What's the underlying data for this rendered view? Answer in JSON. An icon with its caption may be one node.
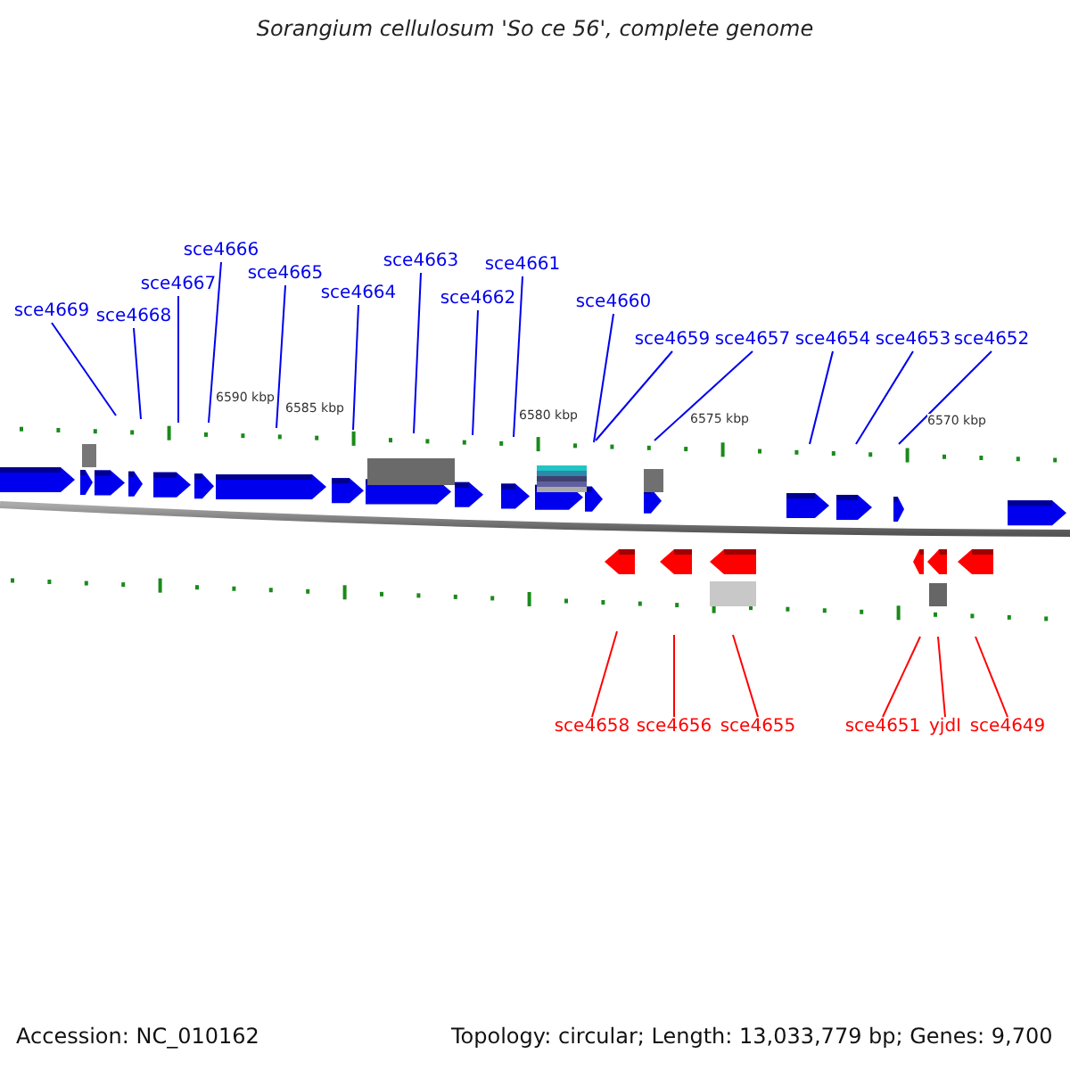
{
  "diagram": {
    "title": "Sorangium cellulosum 'So ce 56', complete genome",
    "nodes": [
      {
        "text": [
          "sce4669"
        ]
      },
      {
        "text": [
          "sce4668"
        ]
      },
      {
        "text": [
          "sce4667"
        ]
      },
      {
        "text": [
          "sce4666"
        ]
      },
      {
        "text": [
          "sce4665"
        ]
      },
      {
        "text": [
          "sce4664"
        ]
      },
      {
        "text": [
          "sce4663"
        ]
      },
      {
        "text": [
          "sce4662"
        ]
      },
      {
        "text": [
          "sce4661"
        ]
      },
      {
        "text": [
          "sce4660"
        ]
      },
      {
        "text": [
          "sce4659"
        ]
      },
      {
        "text": [
          "sce4657"
        ]
      },
      {
        "text": [
          "sce4654"
        ]
      },
      {
        "text": [
          "sce4653"
        ]
      },
      {
        "text": [
          "sce4652"
        ]
      },
      {
        "text": [
          "sce4658"
        ]
      },
      {
        "text": [
          "sce4656"
        ]
      },
      {
        "text": [
          "sce4655"
        ]
      },
      {
        "text": [
          "sce4651"
        ]
      },
      {
        "text": [
          "yjdI"
        ]
      },
      {
        "text": [
          "sce4649"
        ]
      }
    ],
    "edges": [
      {
        "from": 0,
        "to": null,
        "arrow": "none"
      },
      {
        "from": 1,
        "to": null,
        "arrow": "none"
      },
      {
        "from": 2,
        "to": null,
        "arrow": "none"
      },
      {
        "from": 3,
        "to": null,
        "arrow": "none"
      },
      {
        "from": 4,
        "to": null,
        "arrow": "none"
      },
      {
        "from": 5,
        "to": null,
        "arrow": "none"
      },
      {
        "from": 6,
        "to": null,
        "arrow": "none"
      },
      {
        "from": 7,
        "to": null,
        "arrow": "none"
      },
      {
        "from": 8,
        "to": null,
        "arrow": "none"
      },
      {
        "from": 9,
        "to": null,
        "arrow": "none"
      },
      {
        "from": 10,
        "to": null,
        "arrow": "none"
      },
      {
        "from": 11,
        "to": null,
        "arrow": "none"
      },
      {
        "from": 12,
        "to": null,
        "arrow": "none"
      },
      {
        "from": 13,
        "to": null,
        "arrow": "none"
      },
      {
        "from": 14,
        "to": null,
        "arrow": "none"
      },
      {
        "from": 15,
        "to": null,
        "arrow": "none",
        "color": "#ff0000"
      },
      {
        "from": 16,
        "to": null,
        "arrow": "none",
        "color": "#ff0000"
      },
      {
        "from": 17,
        "to": null,
        "arrow": "none",
        "color": "#ff0000"
      },
      {
        "from": 18,
        "to": null,
        "arrow": "none",
        "color": "#ff0000"
      },
      {
        "from": 19,
        "to": null,
        "arrow": "none",
        "color": "#ff0000"
      },
      {
        "from": 20,
        "to": null,
        "arrow": "none",
        "color": "#ff0000"
      }
    ],
    "labels": [
      "6590 kbp",
      "6585 kbp",
      "6580 kbp",
      "6575 kbp",
      "6570 kbp",
      "Accession: NC_010162",
      "Topology: circular; Length: 13,033,779 bp; Genes: 9,700"
    ]
  }
}
